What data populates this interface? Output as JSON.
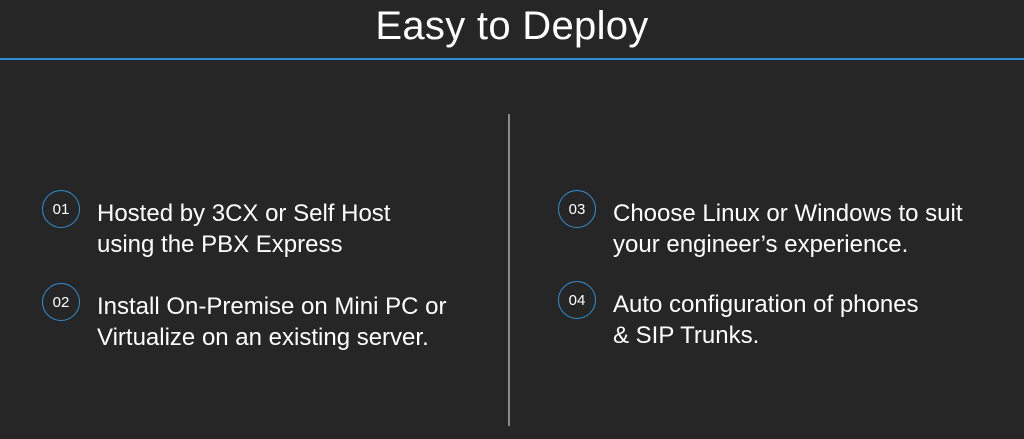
{
  "title": "Easy to Deploy",
  "colors": {
    "background": "#262626",
    "accent": "#2f8fd6",
    "divider": "#8a8a8a",
    "text": "#ffffff"
  },
  "items": [
    {
      "number": "01",
      "lines": [
        "Hosted by 3CX or Self Host",
        "using the PBX Express"
      ]
    },
    {
      "number": "02",
      "lines": [
        "Install On-Premise on Mini PC or",
        "Virtualize on an existing server."
      ]
    },
    {
      "number": "03",
      "lines": [
        "Choose Linux or Windows to suit",
        "your engineer’s experience."
      ]
    },
    {
      "number": "04",
      "lines": [
        "Auto configuration of phones",
        "& SIP Trunks."
      ]
    }
  ]
}
